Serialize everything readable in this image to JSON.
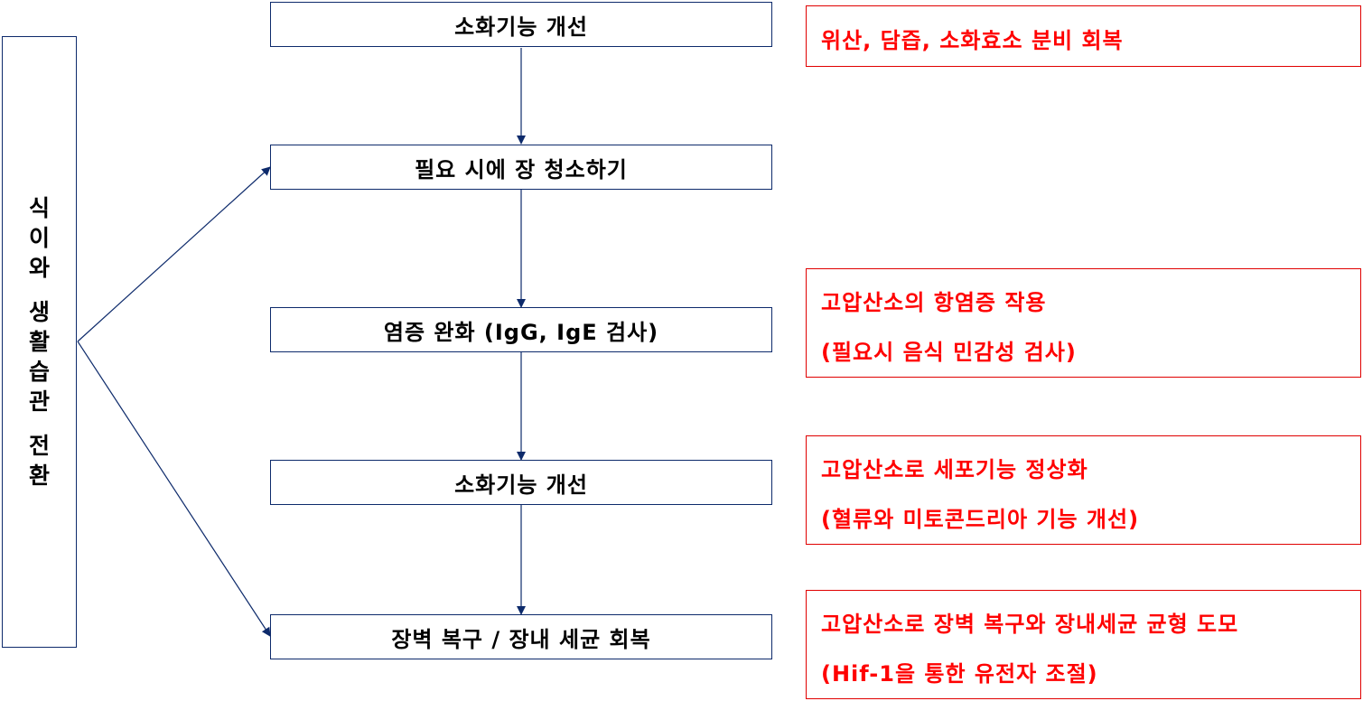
{
  "side_label": {
    "words": [
      "식이와",
      "생활습관",
      "전환"
    ]
  },
  "steps": [
    "소화기능 개선",
    "필요 시에 장 청소하기",
    "염증 완화 (IgG, IgE 검사)",
    "소화기능 개선",
    "장벽 복구 / 장내 세균 회복"
  ],
  "notes": [
    [
      "위산, 담즙, 소화효소 분비 회복"
    ],
    [
      "고압산소의 항염증 작용",
      "(필요시 음식 민감성 검사)"
    ],
    [
      "고압산소로 세포기능 정상화",
      "(혈류와 미토콘드리아 기능 개선)"
    ],
    [
      "고압산소로 장벽 복구와 장내세균 균형 도모",
      "(Hif-1을 통한 유전자 조절)"
    ]
  ],
  "colors": {
    "box_border": "#0d2a6b",
    "arrow": "#0d2a6b",
    "note_border": "#e00000",
    "note_text": "#ff0000"
  }
}
